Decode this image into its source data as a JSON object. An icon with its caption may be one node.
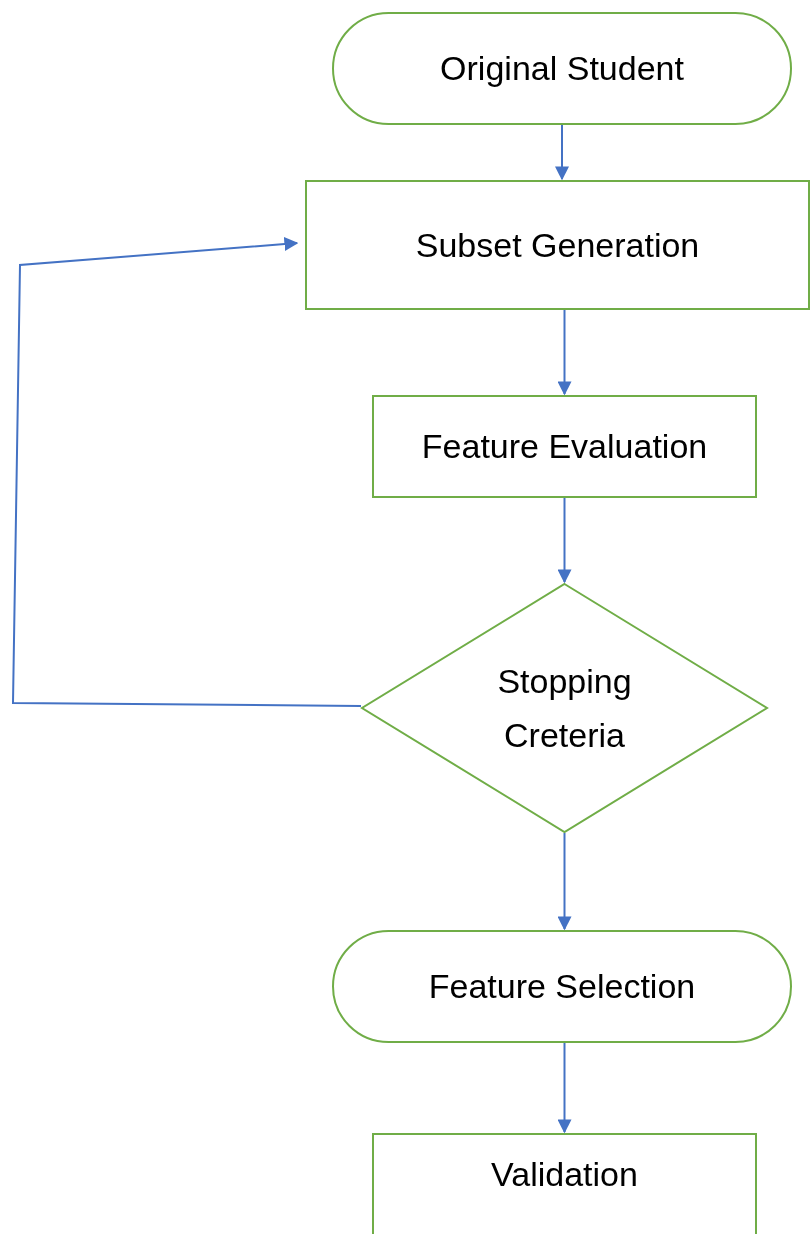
{
  "diagram": {
    "nodes": [
      {
        "text": [
          "Original Student"
        ]
      },
      {
        "text": [
          "Subset Generation"
        ]
      },
      {
        "text": [
          "Feature Evaluation"
        ]
      },
      {
        "text": [
          "Stopping Creteria"
        ]
      },
      {
        "text": [
          "Feature Selection"
        ]
      },
      {
        "text": [
          "Validation"
        ]
      }
    ],
    "edges": [
      {
        "from": 0,
        "to": 1,
        "arrow": "to"
      },
      {
        "from": 1,
        "to": 2,
        "arrow": "to"
      },
      {
        "from": 2,
        "to": 3,
        "arrow": "to"
      },
      {
        "from": 3,
        "to": 4,
        "arrow": "to"
      },
      {
        "from": 4,
        "to": 5,
        "arrow": "to"
      },
      {
        "from": 3,
        "to": 1,
        "arrow": "to"
      }
    ]
  }
}
